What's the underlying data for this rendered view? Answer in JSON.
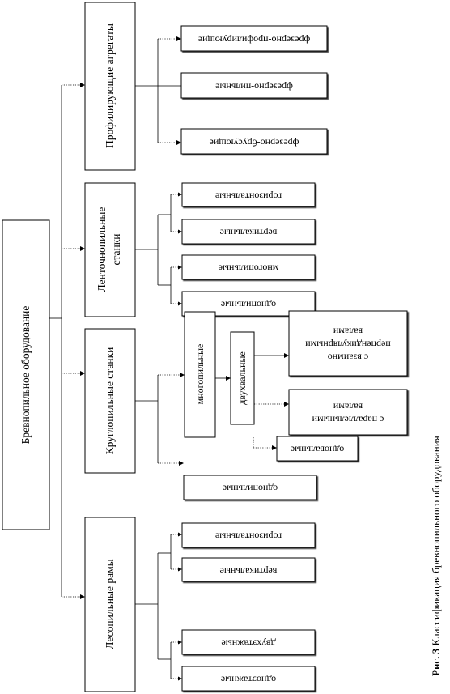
{
  "root": "Бревнопильное оборудование",
  "groups": {
    "profiling": {
      "title": "Профилирующие агрегаты",
      "items": [
        "фрезерно-профилирующие",
        "фрезерно-пильные",
        "фрезерно-брусующие"
      ]
    },
    "band": {
      "title_line1": "Ленточнопильные",
      "title_line2": "станки",
      "items": [
        "горизонтальные",
        "вертикальные",
        "многопильные",
        "однопильные"
      ]
    },
    "circular": {
      "title": "Круглопильные станки",
      "multi": "многопильные",
      "double_shaft": "двухвальные",
      "single_shaft": "одновальные",
      "single_saw": "однопильные",
      "perpendicular": [
        "с взаимно",
        "перпендикулярными",
        "валами"
      ],
      "parallel": [
        "с параллельными",
        "валами"
      ]
    },
    "frames": {
      "title": "Лесопильные рамы",
      "items": [
        "горизонтальные",
        "вертикальные",
        "двухэтажные",
        "одноэтажные"
      ]
    }
  },
  "caption": {
    "prefix": "Рис. 3",
    "text": " Классификация бревнопильного оборудования"
  }
}
